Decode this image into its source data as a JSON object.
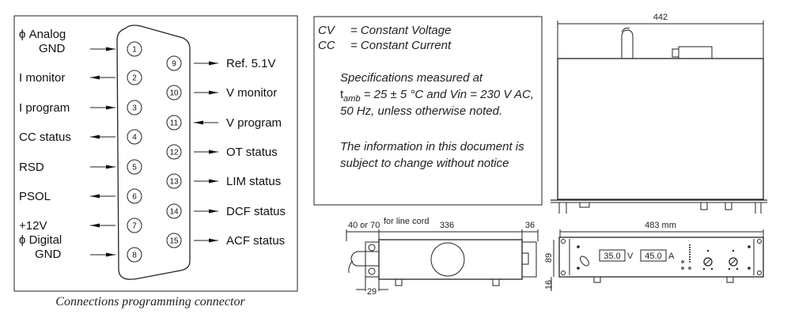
{
  "connector": {
    "caption": "Connections programming connector",
    "left_pins": [
      {
        "num": "1",
        "label": "ϕ  Analog",
        "label2": "GND",
        "dir": "in"
      },
      {
        "num": "2",
        "label": "I monitor",
        "dir": "out"
      },
      {
        "num": "3",
        "label": "I program",
        "dir": "in"
      },
      {
        "num": "4",
        "label": "CC status",
        "dir": "out"
      },
      {
        "num": "5",
        "label": "RSD",
        "dir": "in"
      },
      {
        "num": "6",
        "label": "PSOL",
        "dir": "out"
      },
      {
        "num": "7",
        "label": "+12V",
        "dir": "out"
      },
      {
        "num": "8",
        "label": "ϕ Digital",
        "label2": "GND",
        "dir": "in"
      }
    ],
    "right_pins": [
      {
        "num": "9",
        "label": "Ref. 5.1V",
        "dir": "out"
      },
      {
        "num": "10",
        "label": "V monitor",
        "dir": "out"
      },
      {
        "num": "11",
        "label": "V program",
        "dir": "in"
      },
      {
        "num": "12",
        "label": "OT status",
        "dir": "out"
      },
      {
        "num": "13",
        "label": "LIM status",
        "dir": "out"
      },
      {
        "num": "14",
        "label": "DCF status",
        "dir": "out"
      },
      {
        "num": "15",
        "label": "ACF status",
        "dir": "out"
      }
    ]
  },
  "notes": {
    "cv_abbr": "CV",
    "cv_def": "= Constant Voltage",
    "cc_abbr": "CC",
    "cc_def": "= Constant Current",
    "spec_line1": "Specifications measured at",
    "spec_t": "t",
    "spec_sub": "amb",
    "spec_line2": " = 25 ± 5 °C and Vin = 230 V AC,",
    "spec_line3": "50 Hz, unless otherwise noted.",
    "info_line1": "The information in this document is",
    "info_line2": "subject to change without notice"
  },
  "dimensions": {
    "top_width": "442",
    "side_front": "40 or 70",
    "side_cord": "for line cord",
    "side_depth": "336",
    "side_rear": "36",
    "side_bottom": "29",
    "front_width": "483 mm",
    "front_height": "89",
    "front_feet": "16",
    "display_v": "35.0",
    "display_v_unit": "V",
    "display_a": "45.0",
    "display_a_unit": "A"
  }
}
